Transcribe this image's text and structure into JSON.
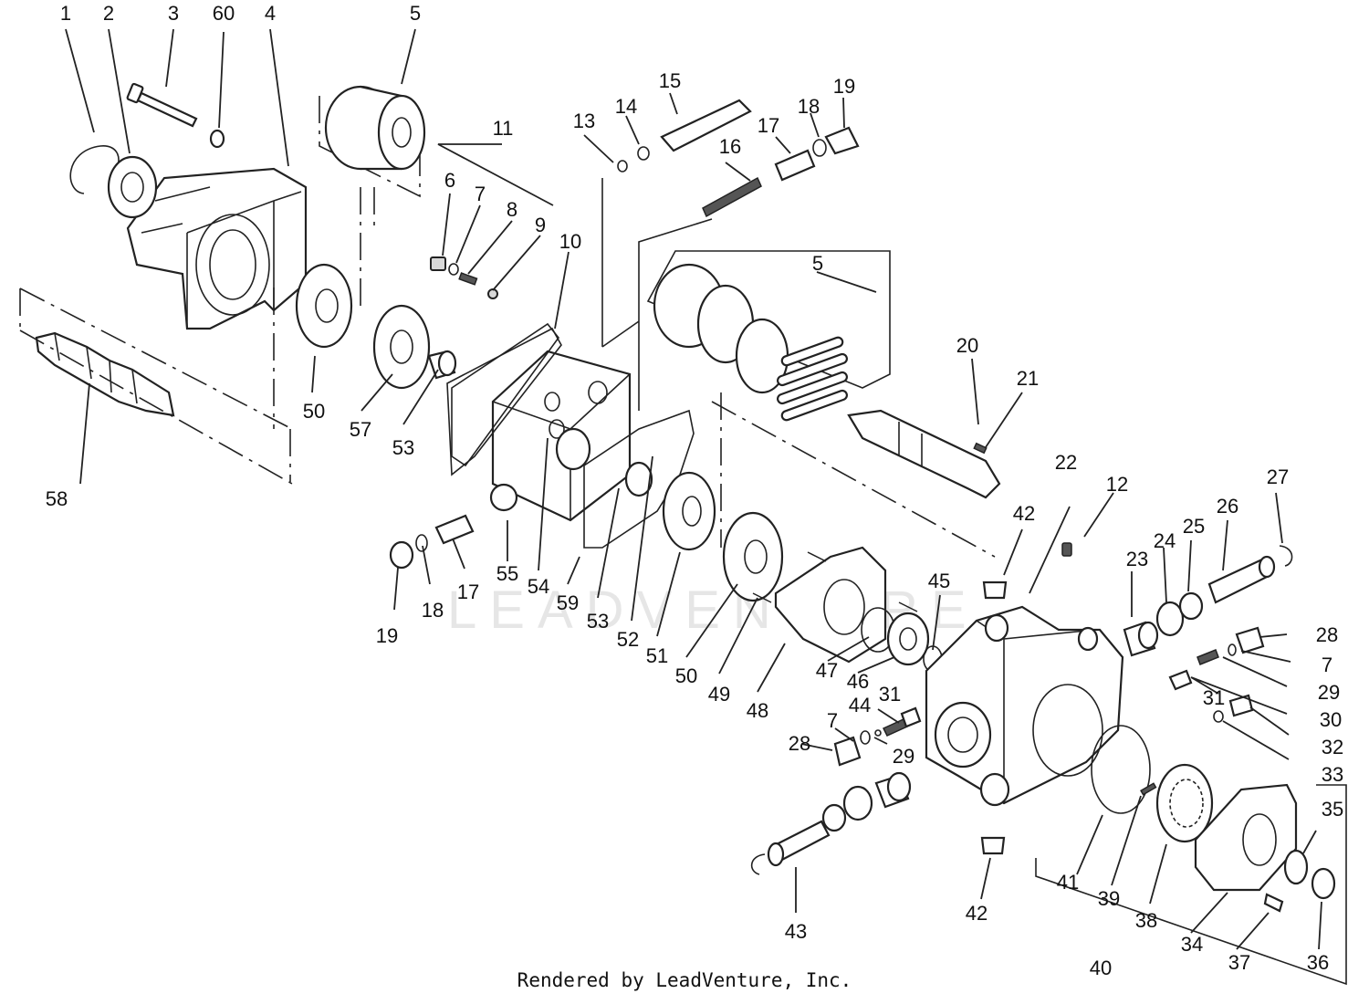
{
  "watermark": "LEADVENTURE",
  "credit": "Rendered by LeadVenture, Inc.",
  "callouts": [
    "1",
    "2",
    "3",
    "60",
    "4",
    "5",
    "11",
    "6",
    "7",
    "8",
    "9",
    "10",
    "13",
    "14",
    "15",
    "16",
    "17",
    "18",
    "19",
    "5",
    "20",
    "21",
    "50",
    "57",
    "53",
    "58",
    "55",
    "54",
    "59",
    "53",
    "52",
    "51",
    "50",
    "49",
    "48",
    "47",
    "46",
    "45",
    "17",
    "18",
    "19",
    "42",
    "22",
    "12",
    "23",
    "24",
    "25",
    "26",
    "27",
    "28",
    "7",
    "29",
    "30",
    "31",
    "32",
    "33",
    "31",
    "44",
    "7",
    "28",
    "29",
    "41",
    "39",
    "38",
    "34",
    "35",
    "36",
    "37",
    "40",
    "42",
    "43"
  ]
}
